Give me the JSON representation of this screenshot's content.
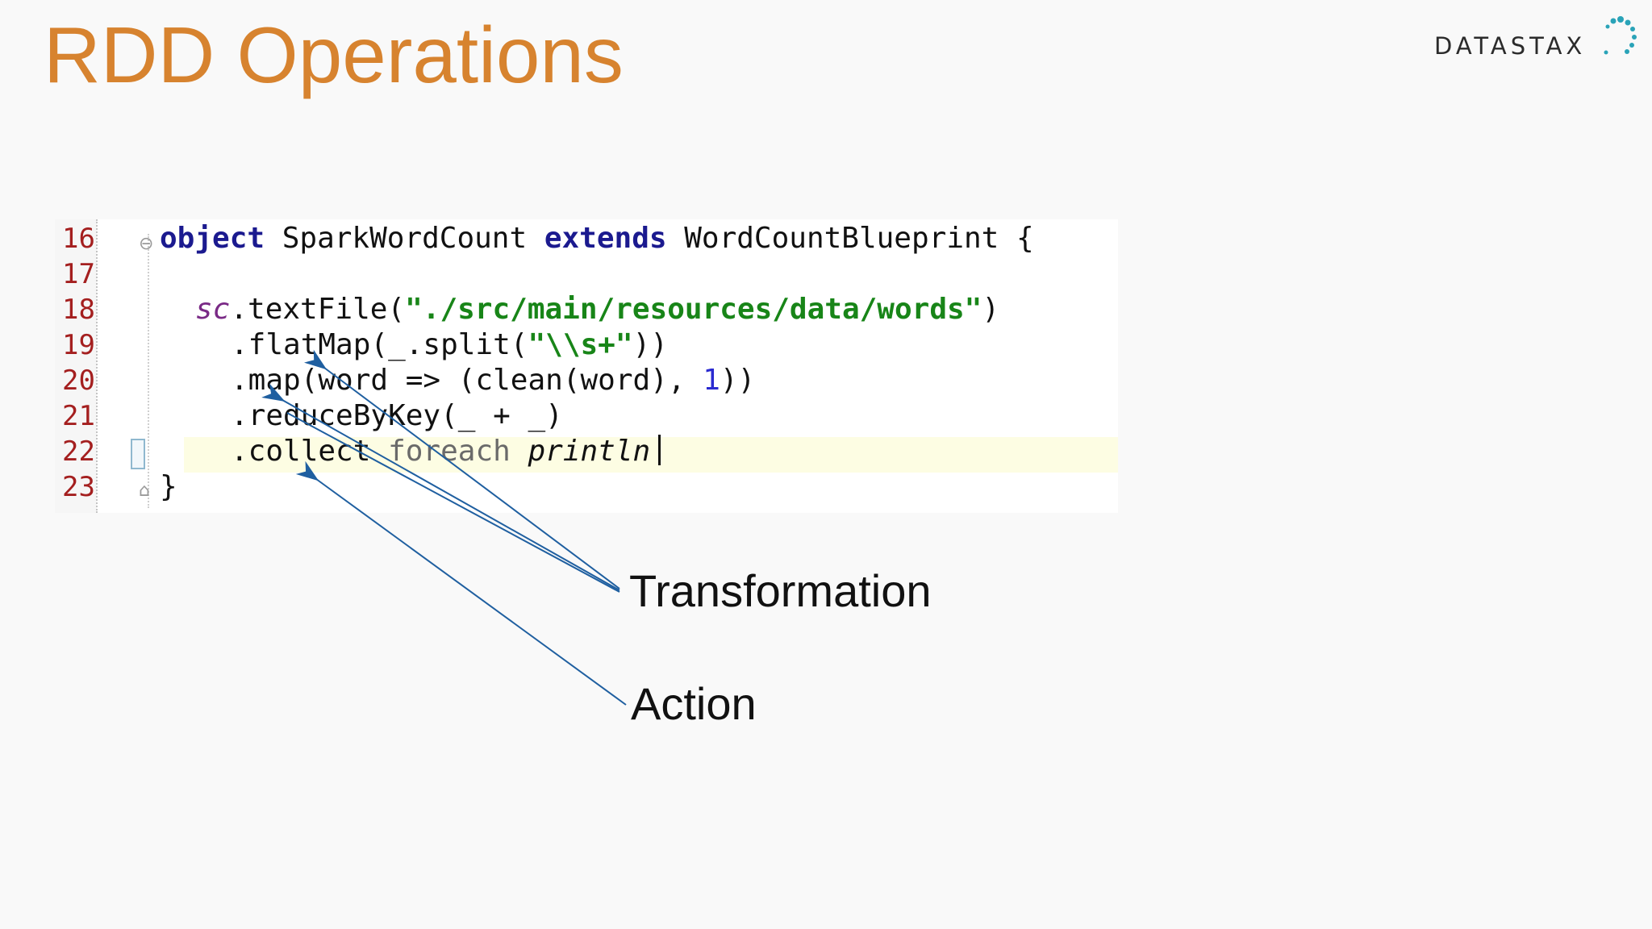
{
  "slide": {
    "title": "RDD Operations",
    "brand": "DATASTAX",
    "brand_color": "#2b2b2b",
    "accent_color": "#d7832f",
    "dot_color": "#2aa3b8"
  },
  "code": {
    "line_numbers": [
      "16",
      "17",
      "18",
      "19",
      "20",
      "21",
      "22",
      "23"
    ],
    "lines": [
      {
        "kw1": "object",
        "t1": " SparkWordCount ",
        "kw2": "extends",
        "t2": " WordCountBlueprint {"
      },
      {
        "text": ""
      },
      {
        "ital": "sc",
        "t1": ".textFile(",
        "str": "\"./src/main/resources/data/words\"",
        "t2": ")"
      },
      {
        "t1": ".flatMap(_.split(",
        "str": "\"\\\\s+\"",
        "t2": "))"
      },
      {
        "t1": ".map(word => (clean(word), ",
        "num": "1",
        "t2": "))"
      },
      {
        "t1": ".reduceByKey(_ + _)"
      },
      {
        "t1": ".collect ",
        "t2": "foreach",
        "ital": "println"
      },
      {
        "t1": "}"
      }
    ]
  },
  "annotations": {
    "transformation_label": "Transformation",
    "action_label": "Action",
    "arrow_color": "#1f5fa0"
  }
}
